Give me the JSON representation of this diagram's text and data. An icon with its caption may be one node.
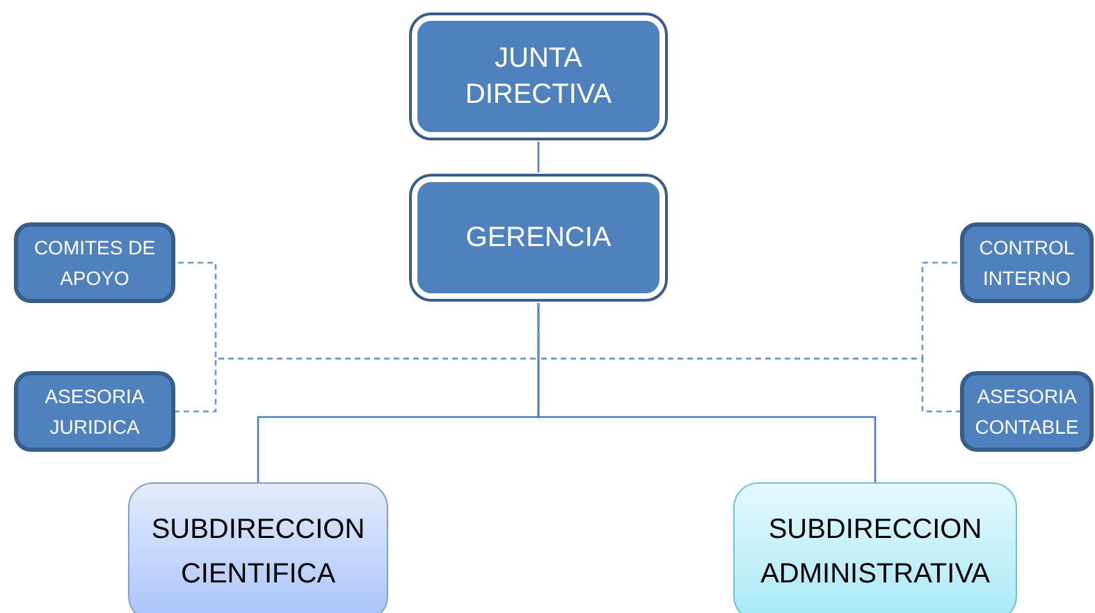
{
  "diagram": {
    "nodes": [
      {
        "text": [
          "JUNTA DIRECTIVA"
        ]
      },
      {
        "text": [
          "GERENCIA"
        ]
      },
      {
        "text": [
          "COMITES DE APOYO"
        ]
      },
      {
        "text": [
          "CONTROL INTERNO"
        ]
      },
      {
        "text": [
          "ASESORIA JURIDICA"
        ]
      },
      {
        "text": [
          "ASESORIA CONTABLE"
        ]
      },
      {
        "text": [
          "SUBDIRECCION CIENTIFICA"
        ]
      },
      {
        "text": [
          "SUBDIRECCION ADMINISTRATIVA"
        ]
      }
    ],
    "edges": [
      {
        "from": 0,
        "to": 1,
        "arrow": "none"
      },
      {
        "from": 1,
        "to": 6,
        "arrow": "none"
      },
      {
        "from": 1,
        "to": 7,
        "arrow": "none"
      },
      {
        "from": 1,
        "to": 2,
        "arrow": "none",
        "style": "dashed"
      },
      {
        "from": 1,
        "to": 4,
        "arrow": "none",
        "style": "dashed"
      },
      {
        "from": 1,
        "to": 3,
        "arrow": "none",
        "style": "dashed"
      },
      {
        "from": 1,
        "to": 5,
        "arrow": "none",
        "style": "dashed"
      }
    ]
  }
}
